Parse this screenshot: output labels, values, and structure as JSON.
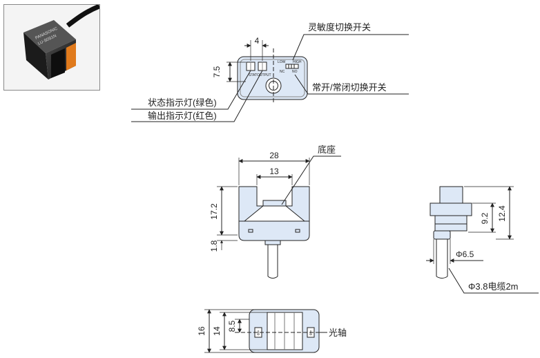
{
  "photo": {
    "sensor_label": "LU-S0S1N",
    "brand_label": "PANASONIC"
  },
  "top_view": {
    "dim_4": "4",
    "dim_7_5": "7.5",
    "led_stat": "STAT",
    "led_output": "OUTPUT",
    "switch_low": "LOW",
    "switch_high": "HIGH",
    "switch_nc": "NC",
    "switch_no": "NO",
    "callout_sensitivity_switch": "灵敏度切换开关",
    "callout_nc_no_switch": "常开/常闭切换开关",
    "callout_status_led": "状态指示灯(绿色)",
    "callout_output_led": "输出指示灯(红色)"
  },
  "front_view": {
    "dim_28": "28",
    "dim_13": "13",
    "dim_17_2": "17.2",
    "dim_1_8": "1.8",
    "callout_base": "底座"
  },
  "side_view": {
    "dim_9_2": "9.2",
    "dim_12_4": "12.4",
    "dim_phi_6_5": "Φ6.5",
    "callout_cable": "Φ3.8电缆2m"
  },
  "bottom_view": {
    "dim_16": "16",
    "dim_14": "14",
    "dim_8_5": "8.5",
    "callout_optical_axis": "光轴"
  },
  "colors": {
    "body_fill": "#dde8f6",
    "line": "#222222",
    "photo_body": "#2a2a2a",
    "photo_accent": "#e07a1c"
  }
}
